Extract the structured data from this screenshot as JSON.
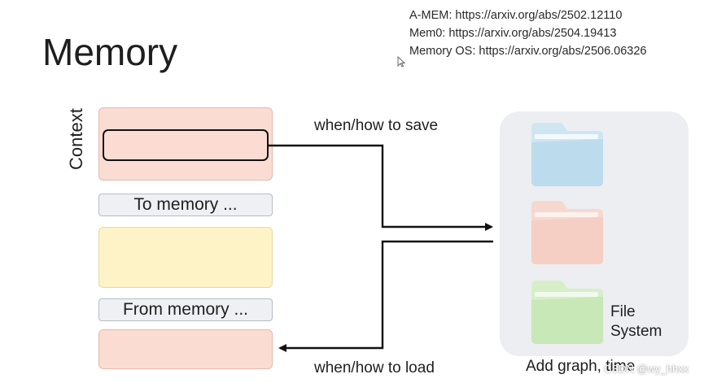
{
  "title": "Memory",
  "references": [
    "A-MEM: https://arxiv.org/abs/2502.12110",
    "Mem0: https://arxiv.org/abs/2504.19413",
    "Memory OS: https://arxiv.org/abs/2506.06326"
  ],
  "context": {
    "label": "Context",
    "to_memory": "To memory ...",
    "from_memory": "From memory ..."
  },
  "arrows": {
    "save_label": "when/how to save",
    "load_label": "when/how to load"
  },
  "file_system": {
    "label_line1": "File",
    "label_line2": "System",
    "folder_colors": [
      "#cfe6f2",
      "#f7d8cf",
      "#d6efc9"
    ]
  },
  "footer": {
    "graph_label": "Add graph, time",
    "watermark": "CSDN @wy_hhxx"
  },
  "colors": {
    "context_fill": "#fbdcd3",
    "yellow_fill": "#fdf3c6",
    "pill_fill": "#eef0f4",
    "panel_fill": "#eceef2"
  }
}
